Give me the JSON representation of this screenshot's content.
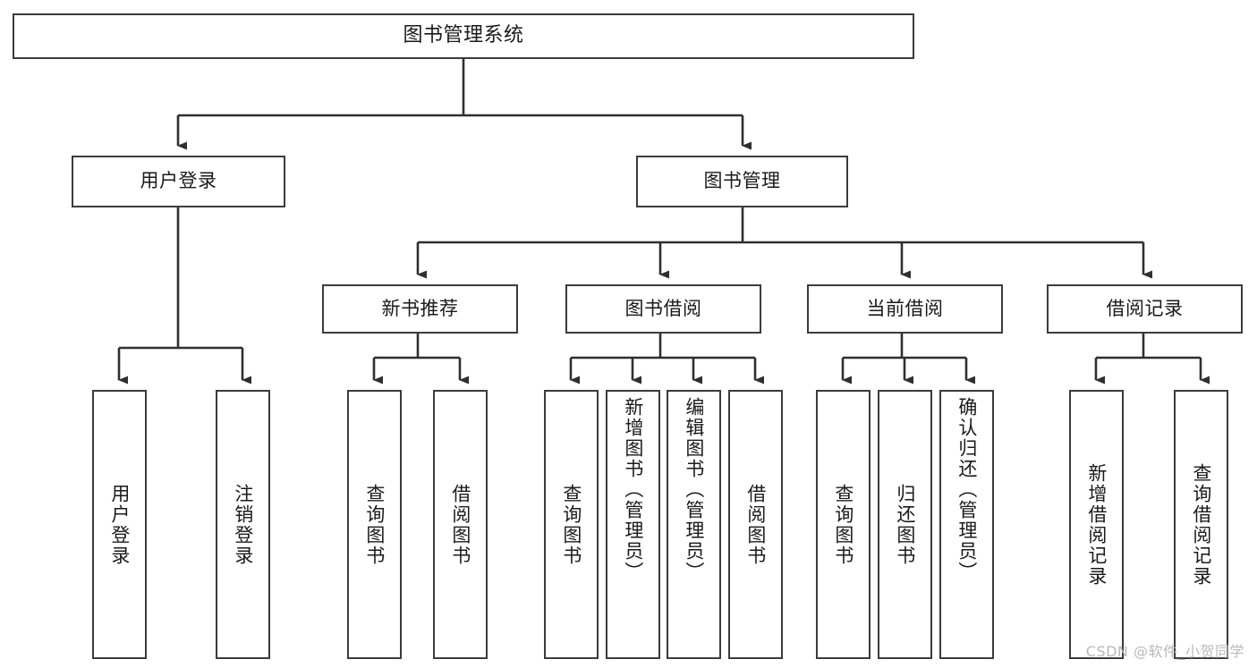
{
  "diagram": {
    "type": "tree-hierarchy",
    "title": "图书管理系统",
    "orientation": "top-down",
    "colors": {
      "stroke": "#3b3b3b",
      "fill": "#ffffff",
      "text": "#1a1a1a",
      "watermark": "#b9b9b9"
    },
    "levels": {
      "level1": [
        "图书管理系统"
      ],
      "level2": [
        "用户登录",
        "图书管理"
      ],
      "level3": [
        "新书推荐",
        "图书借阅",
        "当前借阅",
        "借阅记录"
      ],
      "level4": [
        "用户登录",
        "注销登录",
        "查询图书",
        "借阅图书",
        "查询图书",
        "新增图书（管理员）",
        "编辑图书（管理员）",
        "借阅图书",
        "查询图书",
        "归还图书",
        "确认归还（管理员）",
        "新增借阅记录",
        "查询借阅记录"
      ]
    },
    "nodes": {
      "root": {
        "label": "图书管理系统"
      },
      "user_login": {
        "label": "用户登录"
      },
      "book_manage": {
        "label": "图书管理"
      },
      "new_book_rec": {
        "label": "新书推荐"
      },
      "book_borrow": {
        "label": "图书借阅"
      },
      "current_borrow": {
        "label": "当前借阅"
      },
      "borrow_record": {
        "label": "借阅记录"
      },
      "leaf_user_login": {
        "label": "用户登录"
      },
      "leaf_logout": {
        "label": "注销登录"
      },
      "leaf_query_book_1": {
        "label": "查询图书"
      },
      "leaf_borrow_book_1": {
        "label": "借阅图书"
      },
      "leaf_query_book_2": {
        "label": "查询图书"
      },
      "leaf_add_book": {
        "label": "新增图书（管理员）"
      },
      "leaf_edit_book": {
        "label": "编辑图书（管理员）"
      },
      "leaf_borrow_book_2": {
        "label": "借阅图书"
      },
      "leaf_query_book_3": {
        "label": "查询图书"
      },
      "leaf_return_book": {
        "label": "归还图书"
      },
      "leaf_confirm_return": {
        "label": "确认归还（管理员）"
      },
      "leaf_add_record": {
        "label": "新增借阅记录"
      },
      "leaf_query_record": {
        "label": "查询借阅记录"
      }
    },
    "edges": [
      {
        "from": "root",
        "to": "user_login"
      },
      {
        "from": "root",
        "to": "book_manage"
      },
      {
        "from": "user_login",
        "to": "leaf_user_login"
      },
      {
        "from": "user_login",
        "to": "leaf_logout"
      },
      {
        "from": "book_manage",
        "to": "new_book_rec"
      },
      {
        "from": "book_manage",
        "to": "book_borrow"
      },
      {
        "from": "book_manage",
        "to": "current_borrow"
      },
      {
        "from": "book_manage",
        "to": "borrow_record"
      },
      {
        "from": "new_book_rec",
        "to": "leaf_query_book_1"
      },
      {
        "from": "new_book_rec",
        "to": "leaf_borrow_book_1"
      },
      {
        "from": "book_borrow",
        "to": "leaf_query_book_2"
      },
      {
        "from": "book_borrow",
        "to": "leaf_add_book"
      },
      {
        "from": "book_borrow",
        "to": "leaf_edit_book"
      },
      {
        "from": "book_borrow",
        "to": "leaf_borrow_book_2"
      },
      {
        "from": "current_borrow",
        "to": "leaf_query_book_3"
      },
      {
        "from": "current_borrow",
        "to": "leaf_return_book"
      },
      {
        "from": "current_borrow",
        "to": "leaf_confirm_return"
      },
      {
        "from": "borrow_record",
        "to": "leaf_add_record"
      },
      {
        "from": "borrow_record",
        "to": "leaf_query_record"
      }
    ]
  },
  "watermark": {
    "text": "CSDN @软件_小贺同学"
  }
}
